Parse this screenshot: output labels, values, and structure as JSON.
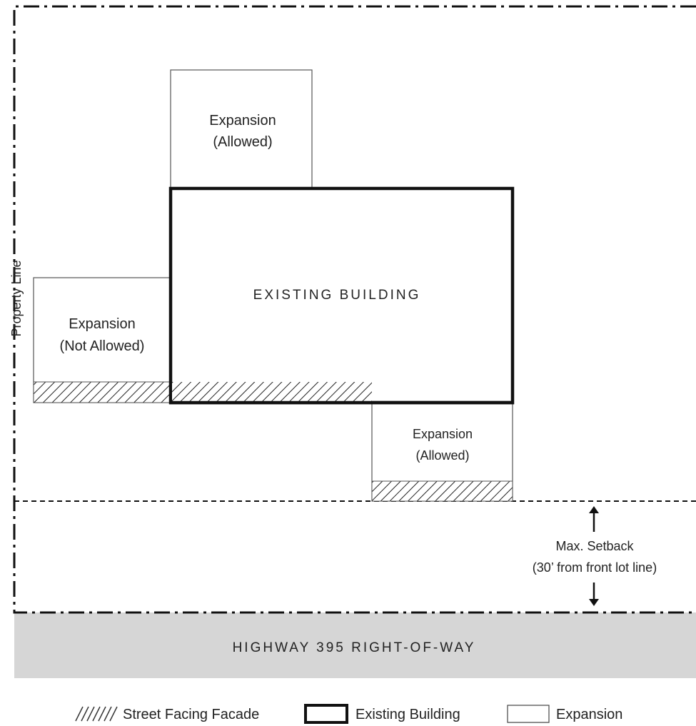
{
  "diagram": {
    "property_line_label": "Property Line",
    "existing_building_label": "EXISTING BUILDING",
    "expansion_top": {
      "line1": "Expansion",
      "line2": "(Allowed)"
    },
    "expansion_left": {
      "line1": "Expansion",
      "line2": "(Not Allowed)"
    },
    "expansion_bottom": {
      "line1": "Expansion",
      "line2": "(Allowed)"
    },
    "setback": {
      "line1": "Max. Setback",
      "line2": "(30’ from front lot line)"
    },
    "road_label": "HIGHWAY 395 RIGHT-OF-WAY"
  },
  "legend": {
    "street_facing": "Street Facing Facade",
    "existing_building": "Existing Building",
    "expansion": "Expansion"
  },
  "colors": {
    "road_fill": "#d6d6d6",
    "line": "#111111",
    "thin_line": "#555555"
  }
}
